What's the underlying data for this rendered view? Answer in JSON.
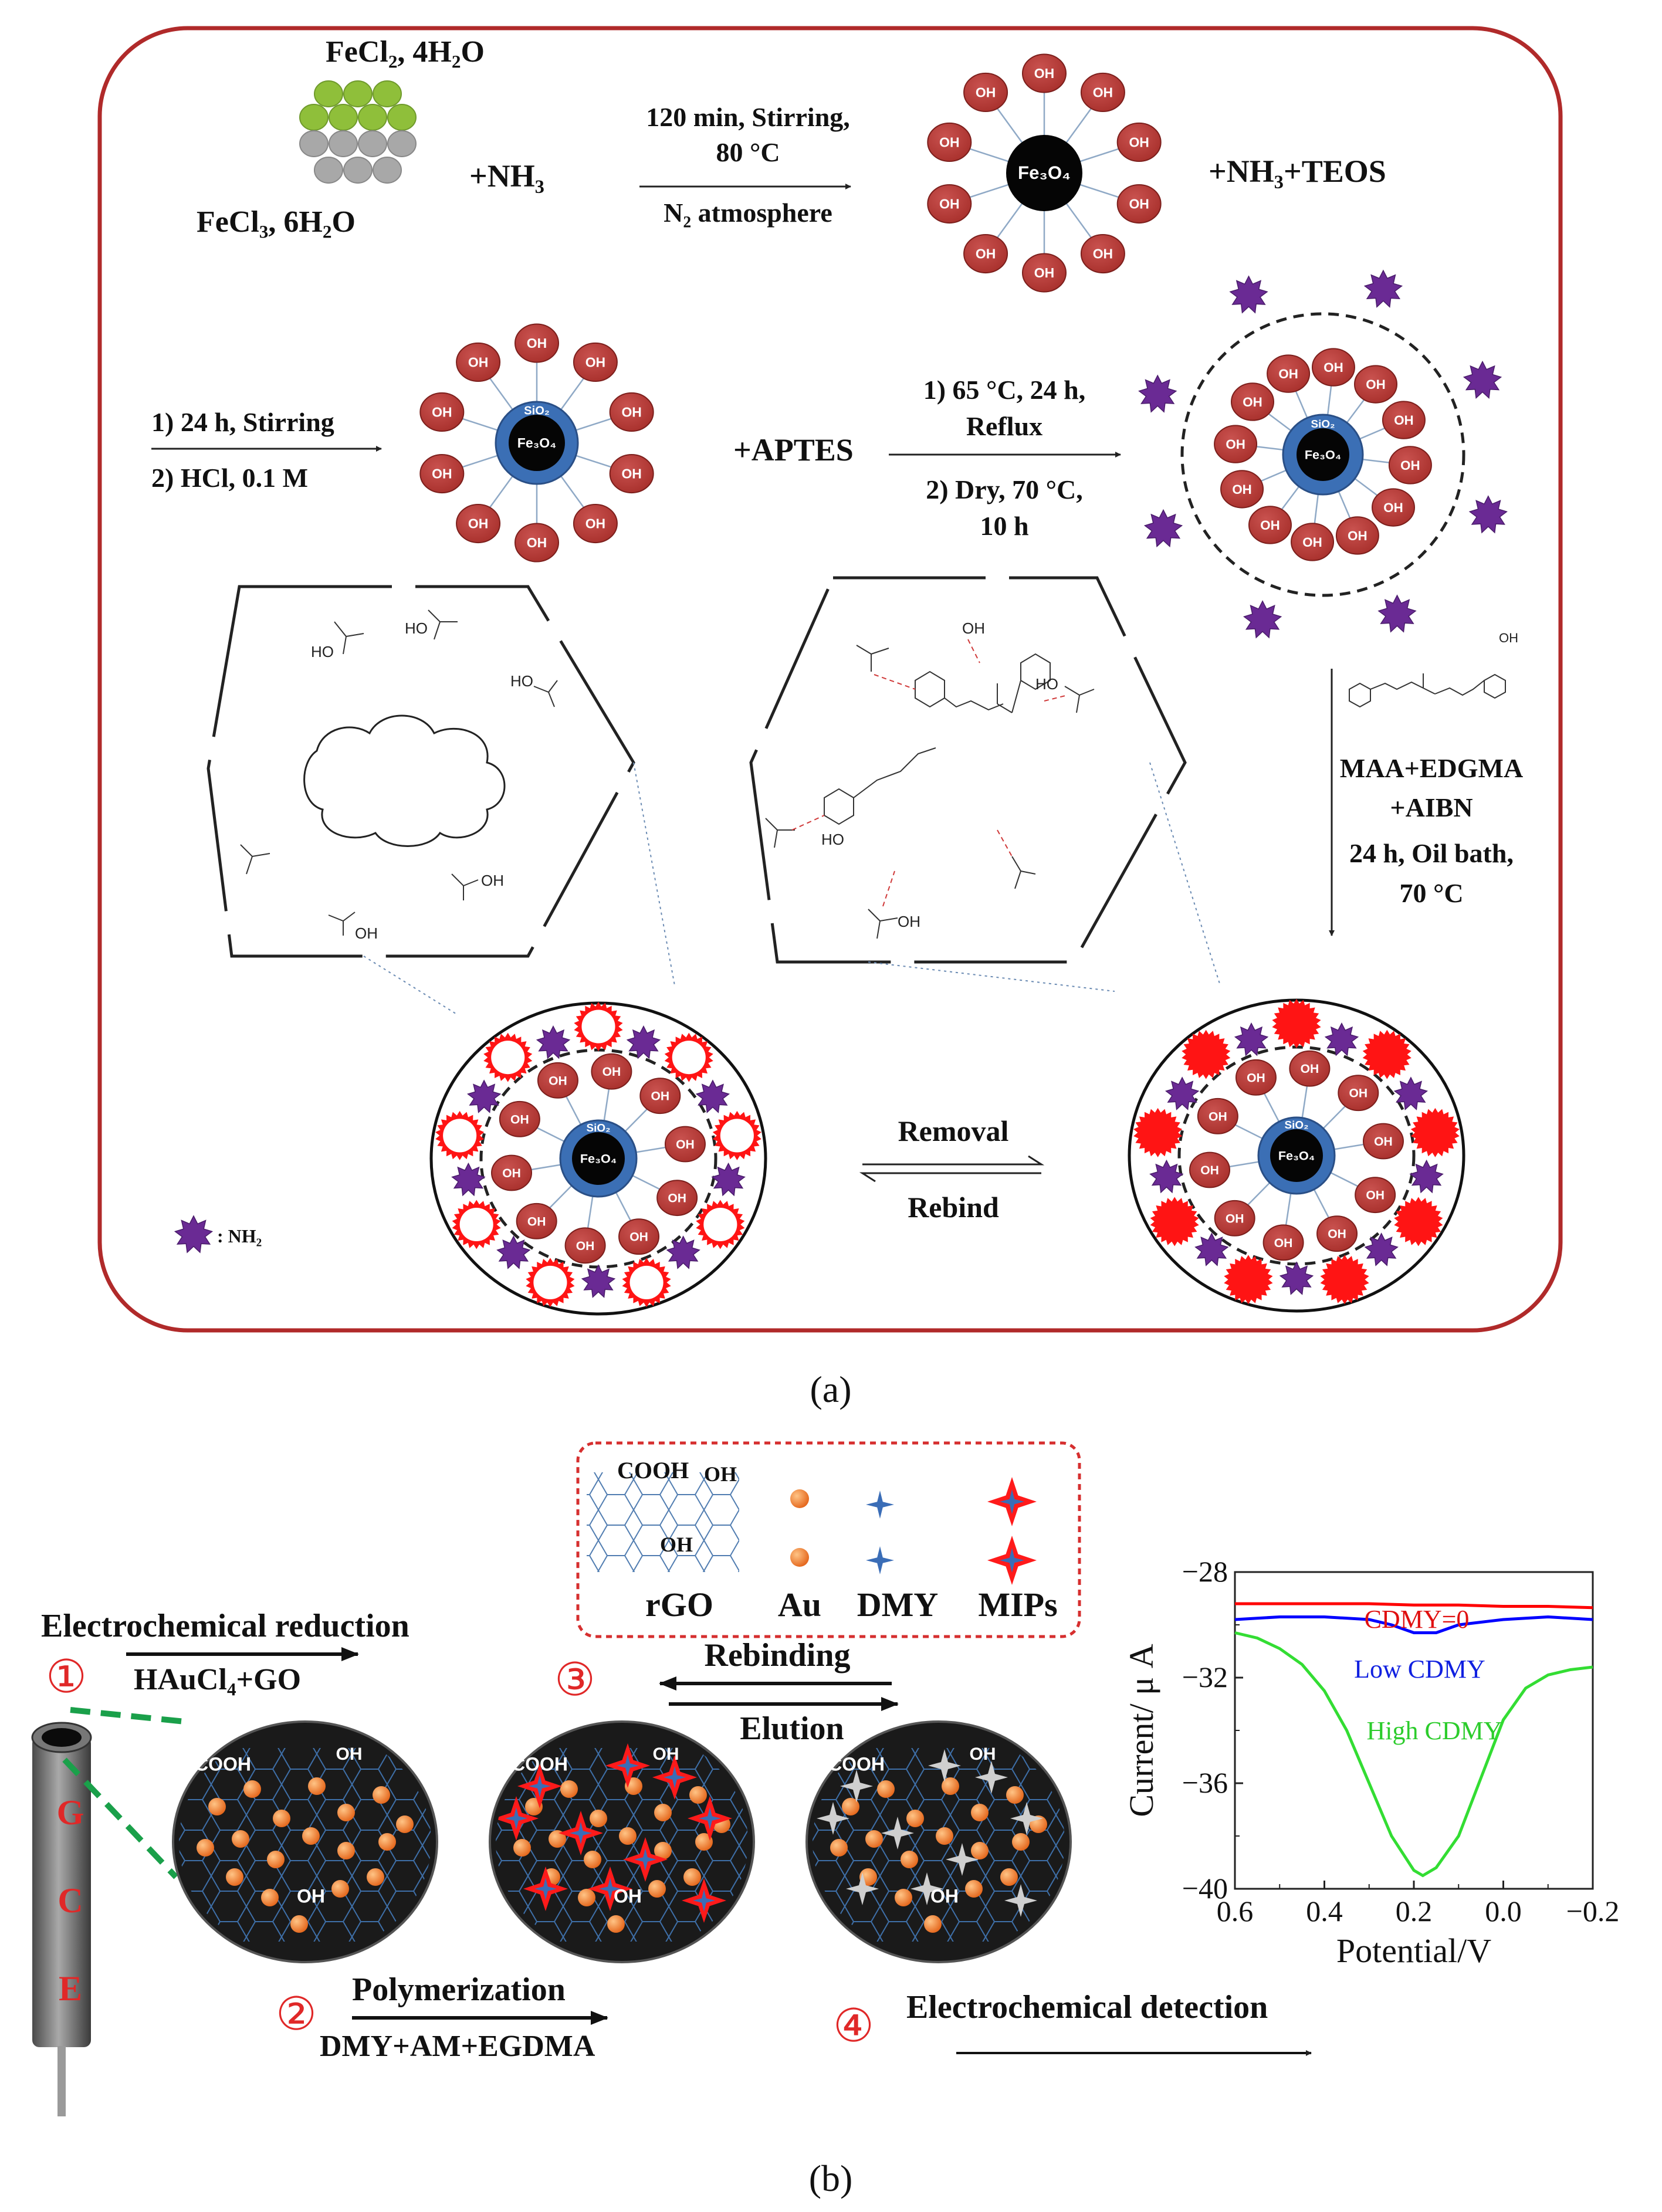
{
  "panel_a": {
    "reagent_top": "FeCl₂, 4H₂O",
    "reagent_bottom": "FeCl₃, 6H₂O",
    "plus_nh3": "+NH₃",
    "step1_line1": "120 min, Stirring,",
    "step1_line2": "80 °C",
    "step1_line3": "N₂ atmosphere",
    "plus_nh3_teos": "+NH₃+TEOS",
    "step2_line1": "1) 24 h, Stirring",
    "step2_line2": "2) HCl, 0.1 M",
    "plus_aptes": "+APTES",
    "step3_line1": "1) 65 °C, 24 h,",
    "step3_line2": "Reflux",
    "step3_line3": "2) Dry, 70 °C,",
    "step3_line4": "10 h",
    "step4_line1": "MAA+EDGMA",
    "step4_line2": "+AIBN",
    "step4_line3": "24 h, Oil bath,",
    "step4_line4": "70 °C",
    "removal": "Removal",
    "rebind": "Rebind",
    "legend_nh2": ": NH₂",
    "oh": "OH",
    "core": "Fe₃O₄",
    "shell": "SiO₂",
    "cooh_group": "HO",
    "caption": "(a)"
  },
  "panel_b": {
    "legend_cooh": "COOH",
    "legend_oh1": "OH",
    "legend_oh2": "OH",
    "legend_rgo": "rGO",
    "legend_au": "Au",
    "legend_dmy": "DMY",
    "legend_mips": "MIPs",
    "step1_num": "①",
    "step1_title": "Electrochemical reduction",
    "step1_sub": "HAuCl₄+GO",
    "step2_num": "②",
    "step2_title": "Polymerization",
    "step2_sub": "DMY+AM+EGDMA",
    "step3_num": "③",
    "rebinding": "Rebinding",
    "elution": "Elution",
    "step4_num": "④",
    "step4_title": "Electrochemical detection",
    "electrode_letters": [
      "G",
      "C",
      "E"
    ],
    "disc_cooh": "COOH",
    "disc_oh": "OH",
    "caption": "(b)"
  },
  "chart_data": {
    "type": "line",
    "xlabel": "Potential/V",
    "ylabel": "Current/ μ A",
    "xlim": [
      0.6,
      -0.2
    ],
    "ylim": [
      -40,
      -28
    ],
    "xticks": [
      "0.6",
      "0.4",
      "0.2",
      "0.0",
      "−0.2"
    ],
    "yticks": [
      "−28",
      "−32",
      "−36",
      "−40"
    ],
    "series": [
      {
        "name": "CDMY=0",
        "color": "#ff0000",
        "x": [
          0.6,
          0.5,
          0.4,
          0.3,
          0.2,
          0.1,
          0.0,
          -0.1,
          -0.2
        ],
        "y": [
          -29.2,
          -29.2,
          -29.2,
          -29.2,
          -29.25,
          -29.25,
          -29.3,
          -29.3,
          -29.35
        ]
      },
      {
        "name": "Low CDMY",
        "color": "#0000ff",
        "x": [
          0.6,
          0.5,
          0.4,
          0.3,
          0.25,
          0.2,
          0.15,
          0.1,
          0.0,
          -0.1,
          -0.2
        ],
        "y": [
          -29.8,
          -29.7,
          -29.7,
          -29.8,
          -30.0,
          -30.3,
          -30.3,
          -30.0,
          -29.8,
          -29.7,
          -29.8
        ]
      },
      {
        "name": "High CDMY",
        "color": "#33dd33",
        "x": [
          0.6,
          0.55,
          0.5,
          0.45,
          0.4,
          0.35,
          0.3,
          0.25,
          0.2,
          0.18,
          0.15,
          0.1,
          0.05,
          0.0,
          -0.05,
          -0.1,
          -0.15,
          -0.2
        ],
        "y": [
          -30.3,
          -30.5,
          -30.9,
          -31.5,
          -32.5,
          -34.0,
          -36.0,
          -38.0,
          -39.3,
          -39.5,
          -39.2,
          -38.0,
          -35.8,
          -33.6,
          -32.4,
          -31.9,
          -31.7,
          -31.6
        ]
      }
    ],
    "labels": {
      "s0": "CDMY=0",
      "s1": "Low CDMY",
      "s2": "High CDMY"
    }
  }
}
